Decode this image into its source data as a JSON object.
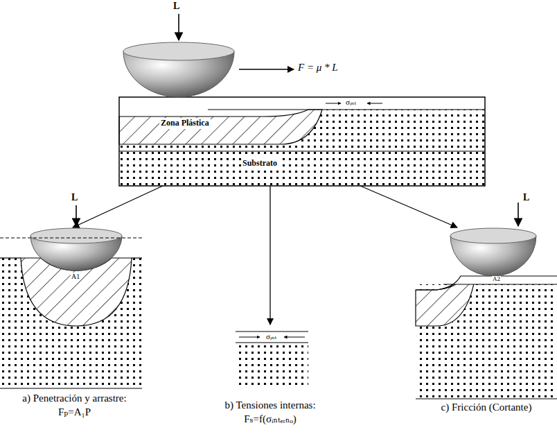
{
  "diagram": {
    "nodes": [
      {
        "text": [
          "Zona Plástica",
          "Substrato"
        ]
      },
      {
        "text": [
          "a) Penetración y arrastre: Fₚ=A₁P"
        ]
      },
      {
        "text": [
          "b) Tensiones internas: Fₛ=f(σᵢₙₜₑᵣₙₒ)"
        ]
      },
      {
        "text": [
          "c) Fricción (Cortante)"
        ]
      }
    ],
    "edges": [
      {
        "from": 0,
        "to": 1,
        "arrow": "to"
      },
      {
        "from": 0,
        "to": 2,
        "arrow": "to"
      },
      {
        "from": 0,
        "to": 3,
        "arrow": "to"
      }
    ],
    "labels": [
      "L",
      "F = μ * L",
      "σᵢₙₜ",
      "L",
      "A1",
      "σᵢₙₜ",
      "L",
      "A2"
    ]
  }
}
